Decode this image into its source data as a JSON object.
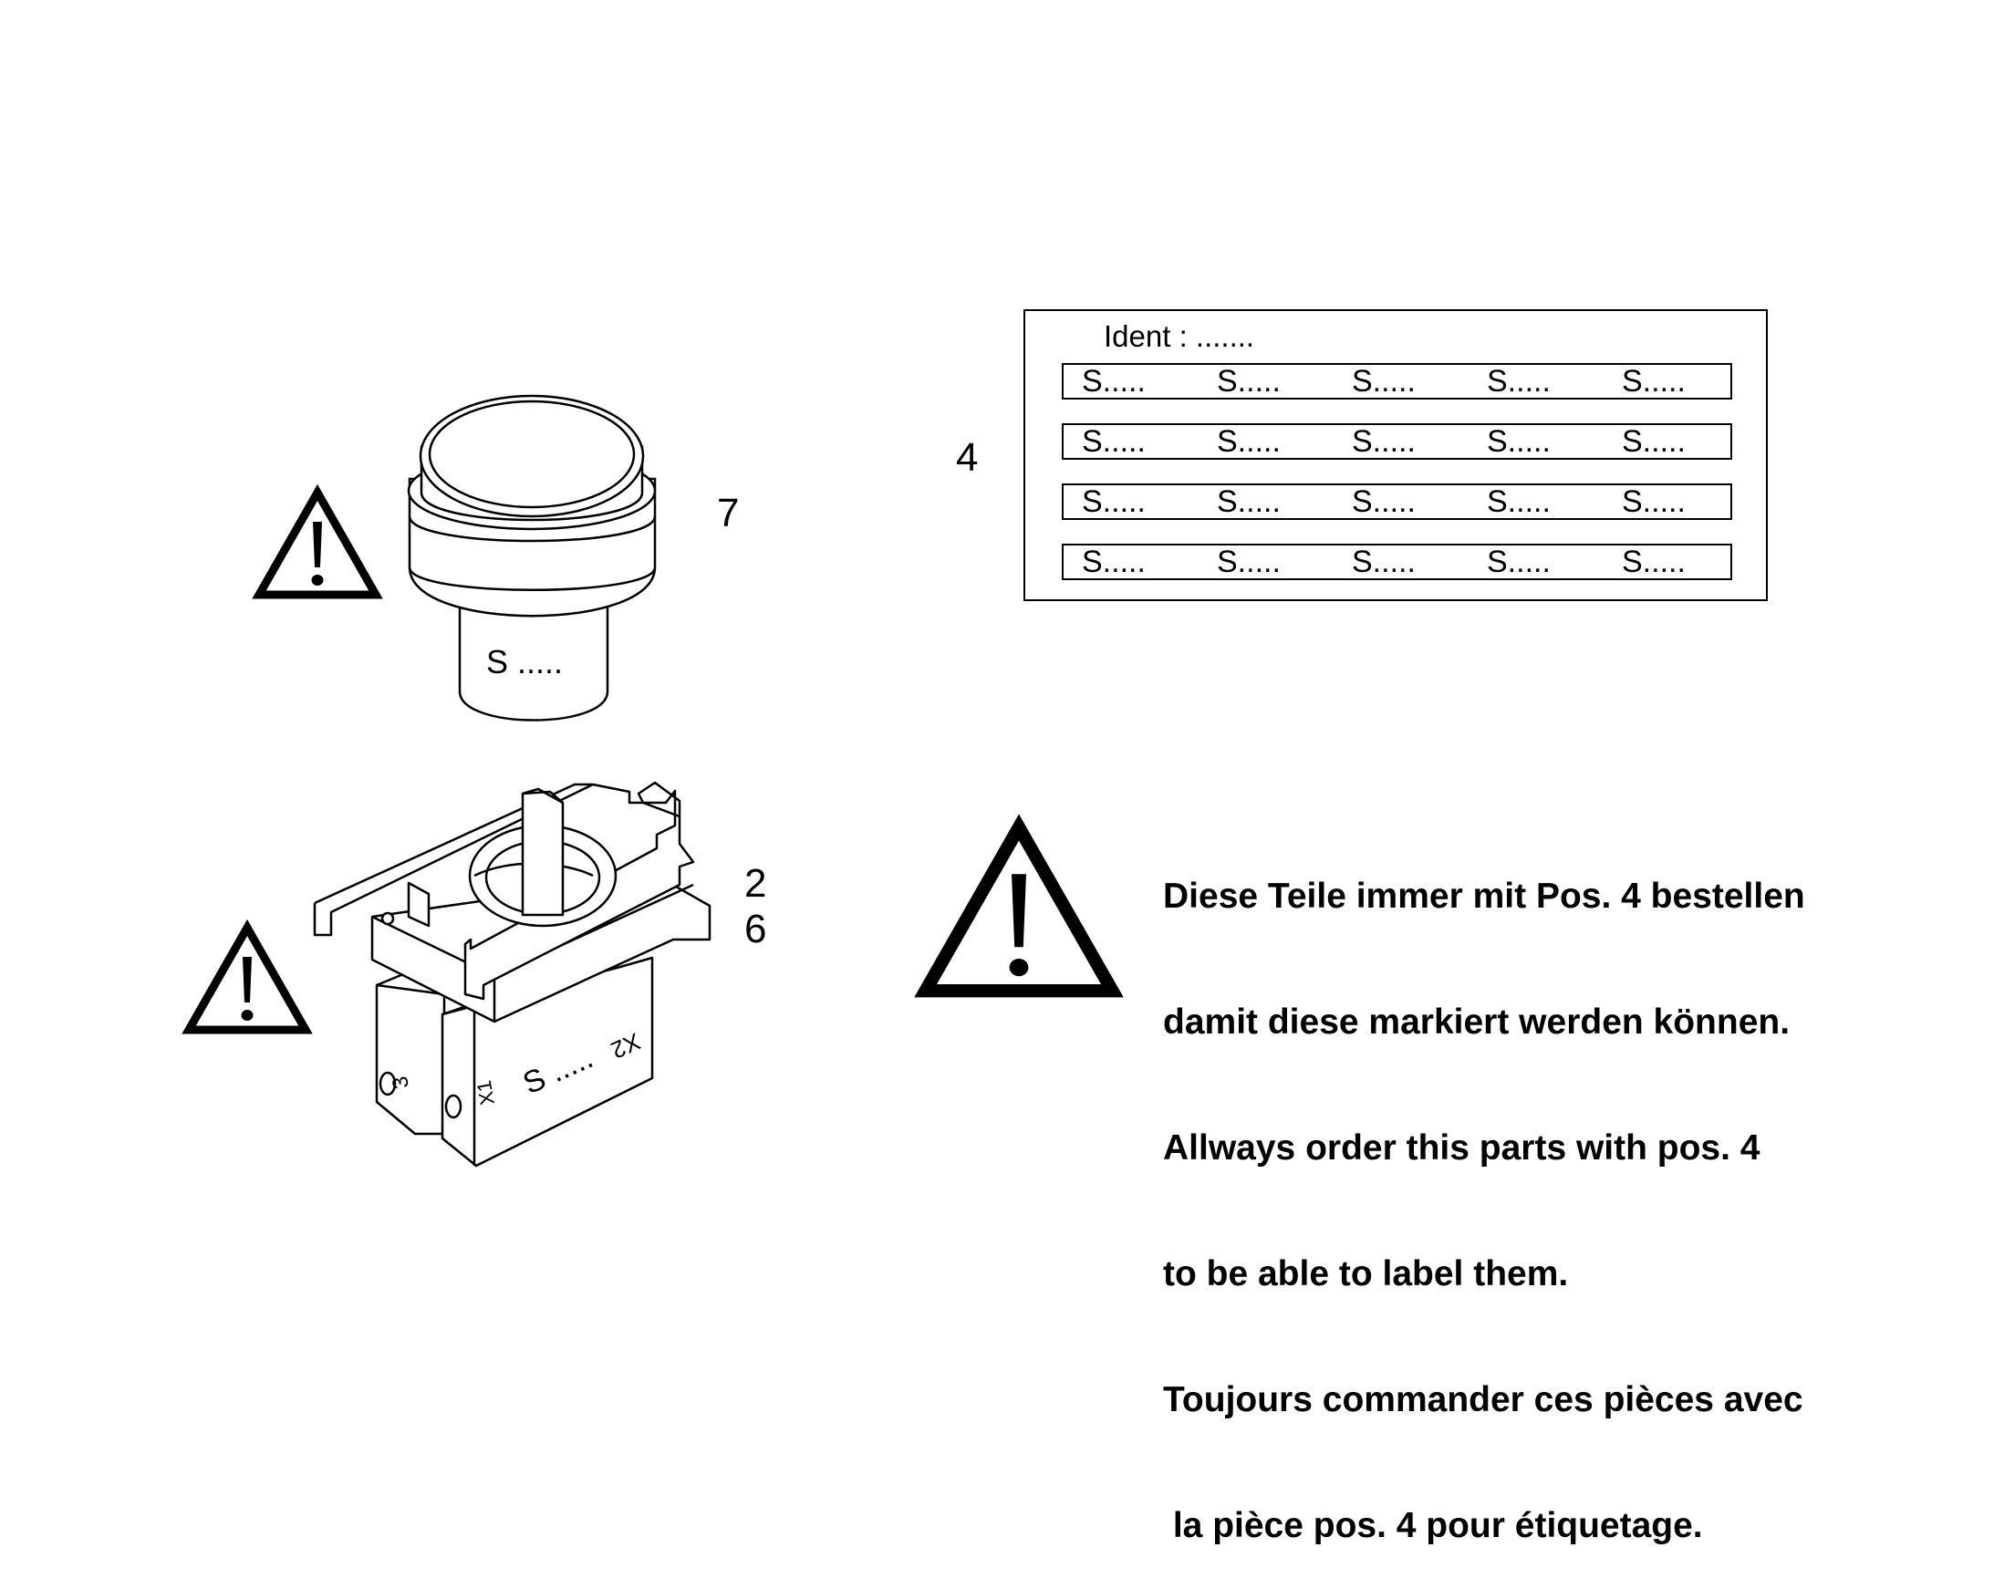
{
  "labels": {
    "pos7": "7",
    "pos4": "4",
    "pos2": "2",
    "pos6": "6"
  },
  "button_cap_marking": "S .....",
  "contact_block_markings": {
    "main": "S .....",
    "terminal_x1": "X1",
    "terminal_x2": "X2",
    "terminal_3": "3"
  },
  "ident_label": {
    "title": "Ident : .......",
    "rows": [
      [
        "S.....",
        "S.....",
        "S.....",
        "S.....",
        "S....."
      ],
      [
        "S.....",
        "S.....",
        "S.....",
        "S.....",
        "S....."
      ],
      [
        "S.....",
        "S.....",
        "S.....",
        "S.....",
        "S....."
      ],
      [
        "S.....",
        "S.....",
        "S.....",
        "S.....",
        "S....."
      ]
    ]
  },
  "warning_text": [
    "Diese Teile immer mit Pos. 4 bestellen",
    "damit diese markiert werden können.",
    "Allways order this parts with pos. 4",
    "to be able to label them.",
    "Toujours commander ces pièces avec",
    " la pièce pos. 4 pour étiquetage."
  ],
  "icons": [
    "warning-triangle-icon"
  ]
}
